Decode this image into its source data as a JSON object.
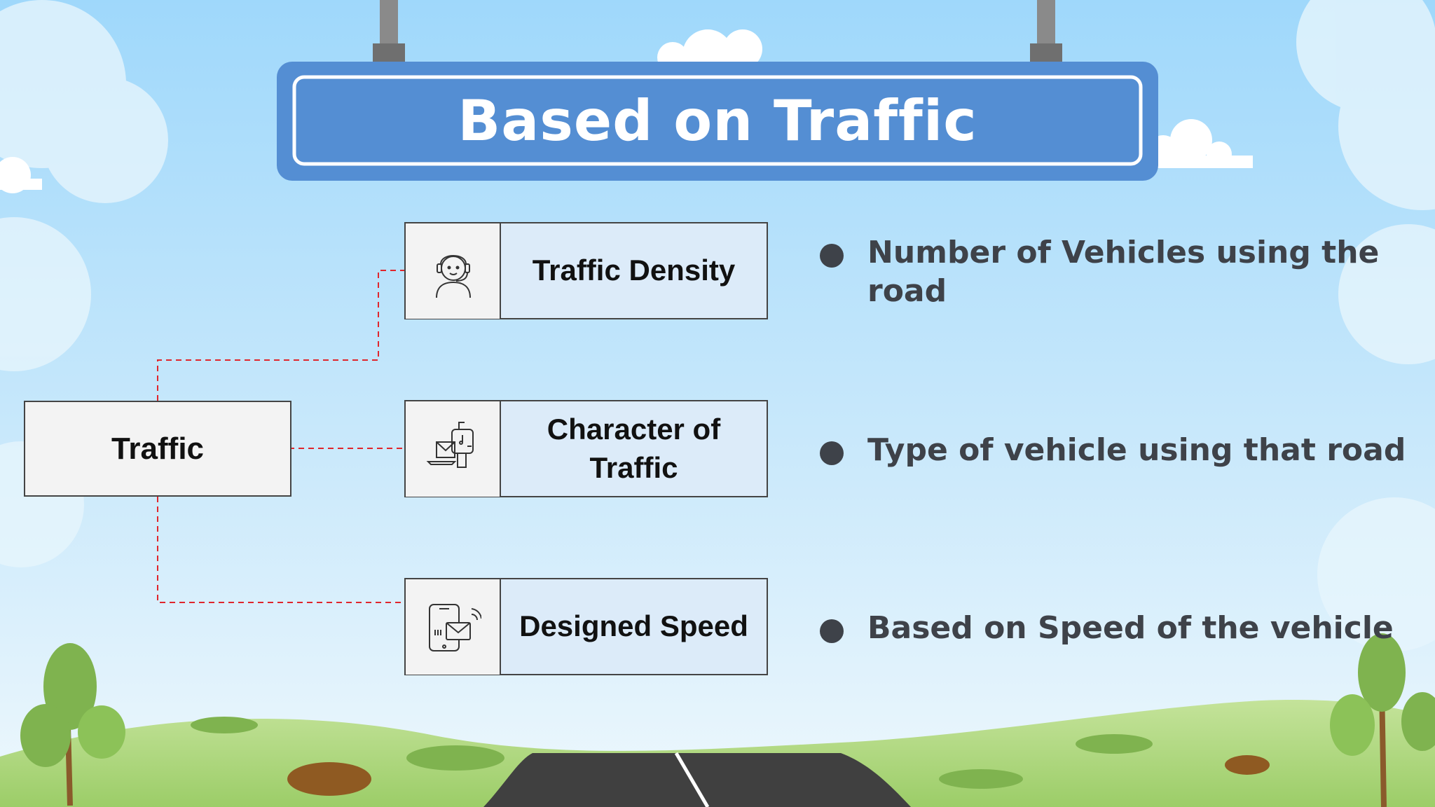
{
  "title": "Based on Traffic",
  "root": {
    "label": "Traffic"
  },
  "branches": [
    {
      "label": "Traffic Density",
      "icon": "customer-support-icon",
      "description": "Number of Vehicles using the road"
    },
    {
      "label": "Character of Traffic",
      "icon": "mailbox-laptop-icon",
      "description": "Type of vehicle using that road"
    },
    {
      "label": "Designed Speed",
      "icon": "mobile-message-icon",
      "description": "Based on Speed of the vehicle"
    }
  ],
  "colors": {
    "sky_top": "#9fd8fb",
    "sign_blue": "#548ed3",
    "node_fill": "#dcebf9",
    "connector": "#e0252c",
    "bullet_text": "#3e4249",
    "grass": "#a8d476",
    "road": "#404040"
  }
}
